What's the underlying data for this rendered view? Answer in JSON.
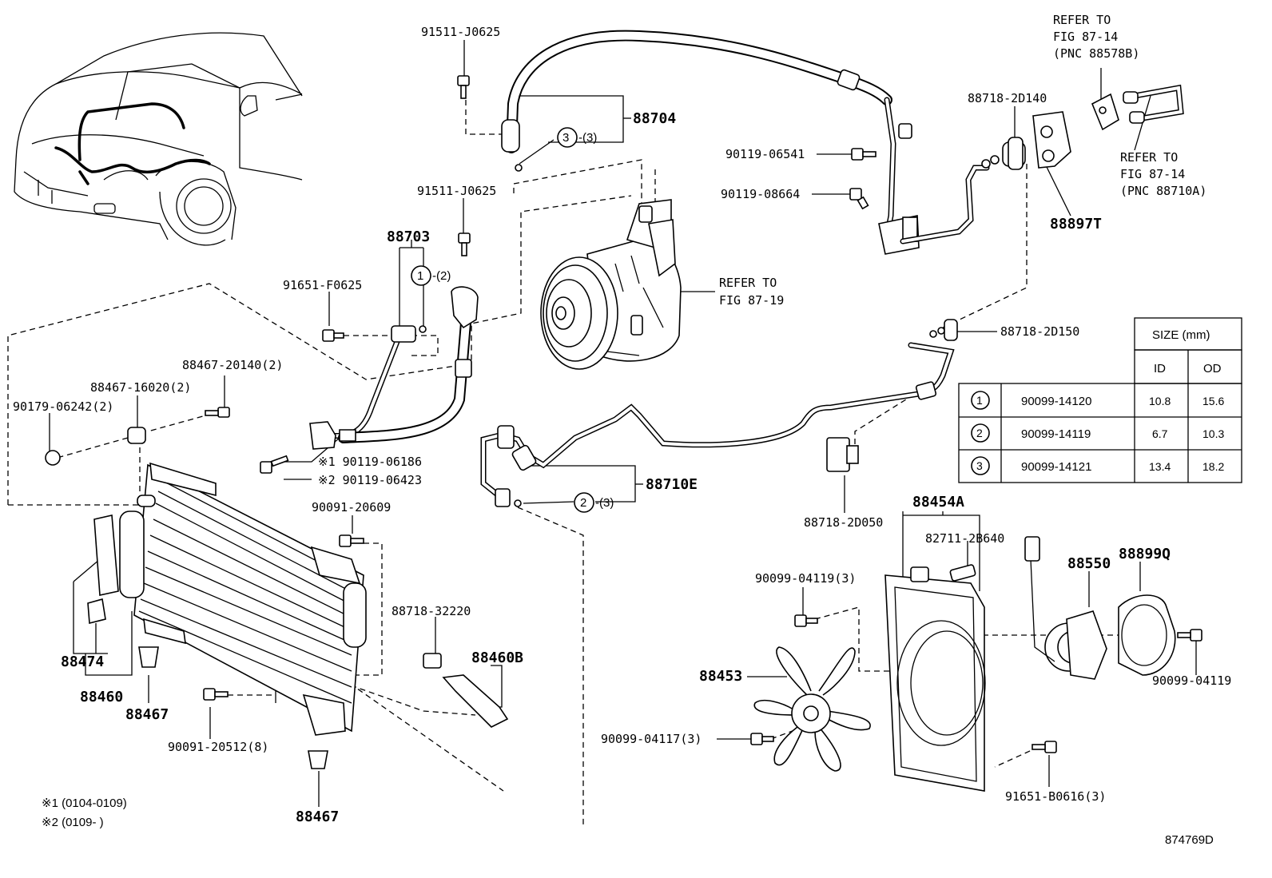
{
  "diagram_id": "874769D",
  "labels": {
    "p91511_j0625_a": "91511-J0625",
    "p91511_j0625_b": "91511-J0625",
    "p88704": "88704",
    "p88703": "88703",
    "p91651_f0625": "91651-F0625",
    "refer_comp_1": "REFER TO",
    "refer_comp_2": "FIG 87-19",
    "p88718_2d140": "88718-2D140",
    "p90119_06541": "90119-06541",
    "p90119_08664": "90119-08664",
    "p88897t": "88897T",
    "refer_top_1": "REFER TO",
    "refer_top_2": "FIG 87-14",
    "refer_top_3": "(PNC 88578B)",
    "refer_right_1": "REFER TO",
    "refer_right_2": "FIG 87-14",
    "refer_right_3": "(PNC 88710A)",
    "p88718_2d150": "88718-2D150",
    "p88467_20140": "88467-20140(2)",
    "p88467_16020": "88467-16020(2)",
    "p90179_06242": "90179-06242(2)",
    "note_bolt_1": "※1 90119-06186",
    "note_bolt_2": "※2 90119-06423",
    "p88710e": "88710E",
    "p90091_20609": "90091-20609",
    "p88718_2d050": "88718-2D050",
    "p88454a": "88454A",
    "p82711_2b640": "82711-2B640",
    "p88550": "88550",
    "p88899q": "88899Q",
    "p90099_04119_3": "90099-04119(3)",
    "p90099_04119": "90099-04119",
    "p88718_32220": "88718-32220",
    "p88460b": "88460B",
    "p88453": "88453",
    "p88474": "88474",
    "p88460": "88460",
    "p88467_a": "88467",
    "p88467_b": "88467",
    "p90091_20512": "90091-20512(8)",
    "p90099_04117": "90099-04117(3)",
    "p91651_b0616": "91651-B0616(3)",
    "footnote_1": "※1 (0104-0109)",
    "footnote_2": "※2 (0109-        )",
    "callout_3_qty": "-(3)",
    "callout_1_qty": "-(2)",
    "callout_2_qty": "-(3)",
    "callout_3": "3",
    "callout_1": "1",
    "callout_2": "2"
  },
  "size_table": {
    "title": "SIZE (mm)",
    "col_id": "ID",
    "col_od": "OD",
    "rows": [
      {
        "key": "1",
        "part": "90099-14120",
        "id": "10.8",
        "od": "15.6"
      },
      {
        "key": "2",
        "part": "90099-14119",
        "id": "6.7",
        "od": "10.3"
      },
      {
        "key": "3",
        "part": "90099-14121",
        "id": "13.4",
        "od": "18.2"
      }
    ]
  }
}
